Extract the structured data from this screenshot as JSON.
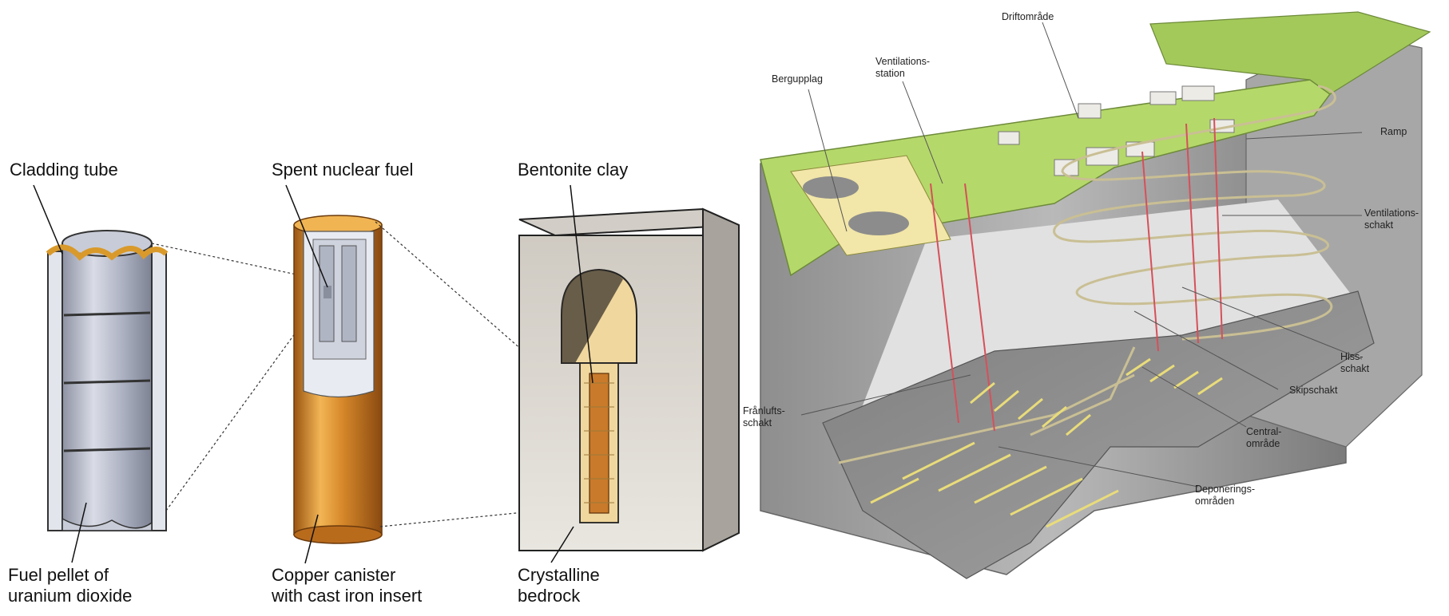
{
  "left_labels": {
    "cladding_tube": "Cladding tube",
    "fuel_pellet": {
      "line1": "Fuel pellet of",
      "line2": "uranium dioxide"
    },
    "spent_fuel": "Spent nuclear fuel",
    "copper_canister": {
      "line1": "Copper canister",
      "line2": "with cast iron insert"
    },
    "bentonite": "Bentonite clay",
    "bedrock": {
      "line1": "Crystalline",
      "line2": "bedrock"
    }
  },
  "right_labels": {
    "driftomrade": "Driftområde",
    "ventilationsstation": {
      "line1": "Ventilations-",
      "line2": "station"
    },
    "bergupplag": "Bergupplag",
    "ramp": "Ramp",
    "ventilationsschakt": {
      "line1": "Ventilations-",
      "line2": "schakt"
    },
    "hissschakt": {
      "line1": "Hiss-",
      "line2": "schakt"
    },
    "skipschakt": "Skipschakt",
    "franluftsschakt": {
      "line1": "Frånlufts-",
      "line2": "schakt"
    },
    "centralomrade": {
      "line1": "Central-",
      "line2": "område"
    },
    "deponeringsomraden": {
      "line1": "Deponerings-",
      "line2": "områden"
    }
  },
  "colors": {
    "copper": "#c8791f",
    "copper_light": "#f0b452",
    "fuel_gray": "#b7bccb",
    "rock_gray": "#9a9a9a",
    "grass": "#b5d86a",
    "tunnel_yellow": "#e9dc7a",
    "shaft_red": "#d6505a",
    "clay": "#f0d79e"
  }
}
